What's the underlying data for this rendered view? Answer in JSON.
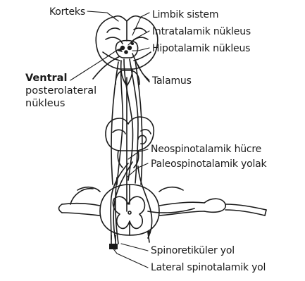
{
  "labels": {
    "korteks": "Korteks",
    "limbik_sistem": "Limbik sistem",
    "intratalamik": "İntratalamik nükleus",
    "hipotalamik": "Hipotalamik nükleus",
    "ventral_1": "Ventral",
    "ventral_2": "posterolateral",
    "ventral_3": "nükleus",
    "talamus": "Talamus",
    "neospinotalamik": "Neospinotalamik hücre",
    "paleospinotalamik": "Paleospinotalamik yolak",
    "spinoretikuler": "Spinoretiküler yol",
    "lateral_spinotalamik": "Lateral spinotalamik yol"
  },
  "colors": {
    "ink": "#1a1a1a",
    "background": "#ffffff"
  }
}
